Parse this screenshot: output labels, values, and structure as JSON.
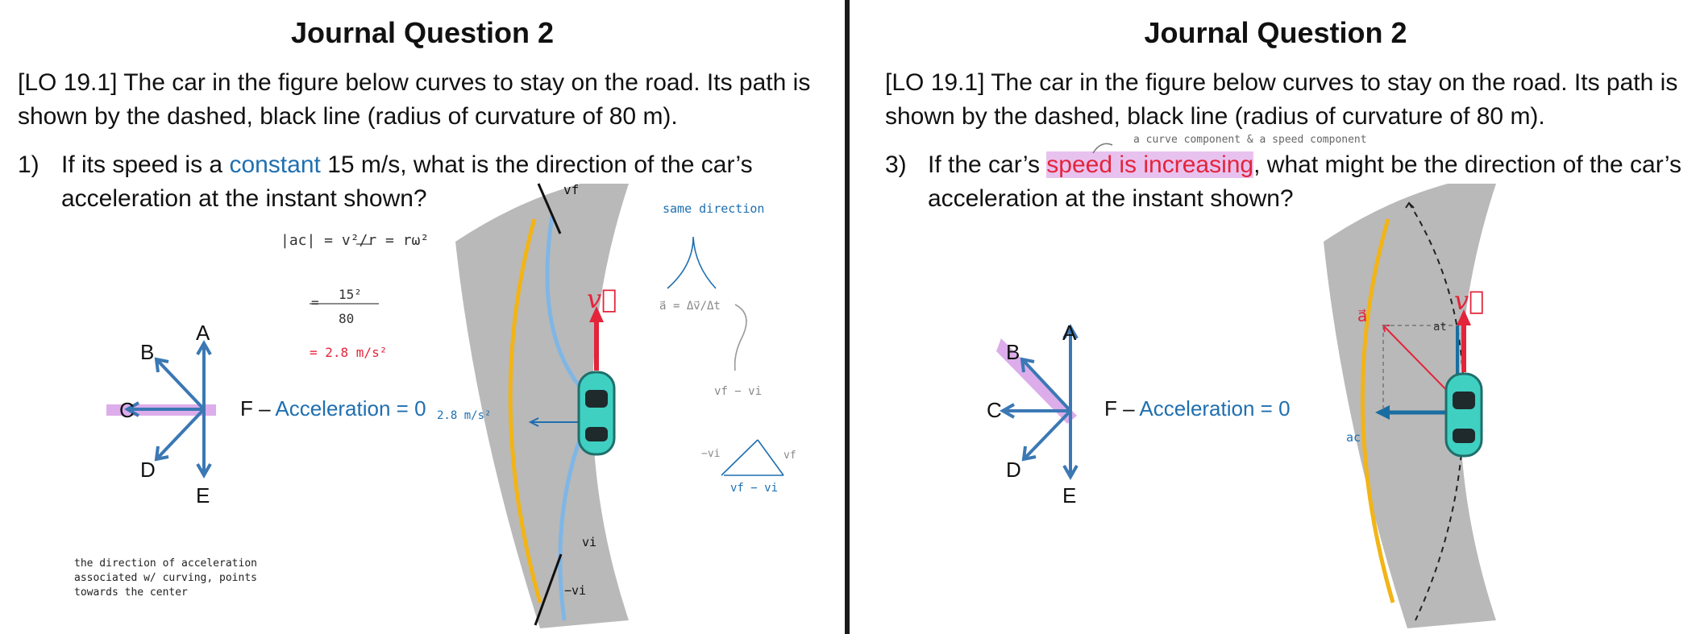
{
  "left": {
    "title": "Journal Question 2",
    "intro": "[LO 19.1] The car in the figure below curves to stay on the road. Its path is shown by the dashed, black line (radius of curvature of 80 m).",
    "question": {
      "number": "1)",
      "text_before": "If its speed is a ",
      "highlight": "constant",
      "text_after": " 15 m/s, what is the direction of the car’s acceleration at the instant shown?"
    },
    "options": {
      "A": "A",
      "B": "B",
      "C": "C",
      "D": "D",
      "E": "E"
    },
    "option_f_prefix": "F – ",
    "option_f_text": "Acceleration = 0",
    "notes": {
      "ac_formula": "|ac| = v²/r = rω²",
      "calc_num": "15²",
      "calc_den": "80",
      "calc_eq": "=",
      "result": "= 2.8 m/s²",
      "arrow_label": "2.8 m/s²",
      "same_direction": "same direction",
      "a_def": "a⃗ = Δv⃗/Δt",
      "vf_minus_vi": "vf − vi",
      "tri_neg_vi": "−vi",
      "tri_vf": "vf",
      "tri_bottom": "vf − vi",
      "vf": "vf",
      "vi": "vi",
      "neg_vi": "−vi",
      "v_vec": "v⃗",
      "bottom_note_1": "the direction of acceleration",
      "bottom_note_2": "associated w/ curving, points",
      "bottom_note_3": "towards the center"
    }
  },
  "right": {
    "title": "Journal Question 2",
    "intro": "[LO 19.1] The car in the figure below curves to stay on the road. Its path is shown by the dashed, black line (radius of curvature of 80 m).",
    "question": {
      "number": "3)",
      "text_before": "If the car’s ",
      "highlight": "speed is increasing",
      "text_after": ", what might be the direction of the car’s acceleration at the instant shown?"
    },
    "options": {
      "A": "A",
      "B": "B",
      "C": "C",
      "D": "D",
      "E": "E"
    },
    "option_f_prefix": "F – ",
    "option_f_text": "Acceleration = 0",
    "notes": {
      "top_note": "a curve component & a speed component",
      "a_vec": "a⃗",
      "at": "at",
      "ac": "ac",
      "v_vec": "v⃗"
    }
  },
  "colors": {
    "road": "#b9b9b9",
    "yellow_line": "#f2b416",
    "arrow_blue": "#3b78b4",
    "ink_blue": "#1f6fb0",
    "red": "#e3243b",
    "highlight": "#d69fe6",
    "car": "#3fd0c2"
  }
}
